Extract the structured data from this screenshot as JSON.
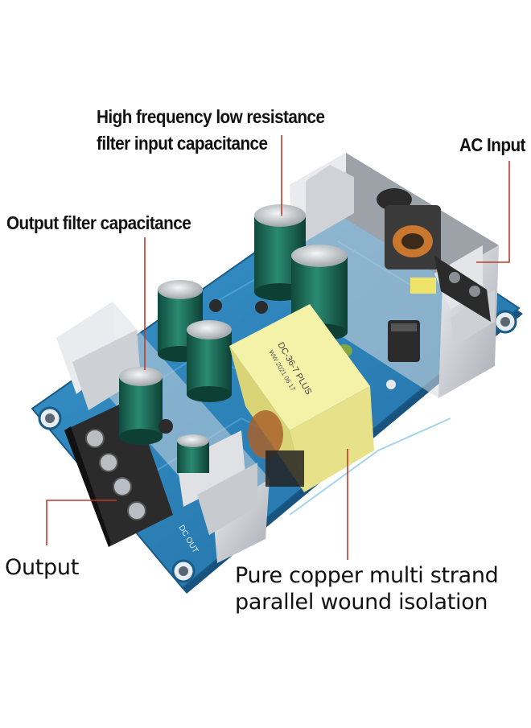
{
  "labels": {
    "filter_input_line1": "High frequency low resistance",
    "filter_input_line2": "filter input capacitance",
    "ac_input": "AC Input",
    "output_filter": "Output filter capacitance",
    "output": "Output",
    "isolation_line1": "Pure copper multi strand",
    "isolation_line2": "parallel wound isolation"
  },
  "board_markings": {
    "transformer_line1": "DC-36-7 PLUS",
    "transformer_line2": "WW 2021 06 17",
    "dc_out": "DC OUT"
  },
  "colors": {
    "pcb": "#2f86bd",
    "pcb_dark": "#1c5f8f",
    "leader_line": "#c0392b",
    "heatsink": "#c9ccd1",
    "transformer": "#f2ee9a",
    "capacitor": "#1f6b5a",
    "terminal": "#2b2b2b"
  },
  "icons": [
    "screw-terminal-icon",
    "mounting-hole-icon"
  ]
}
